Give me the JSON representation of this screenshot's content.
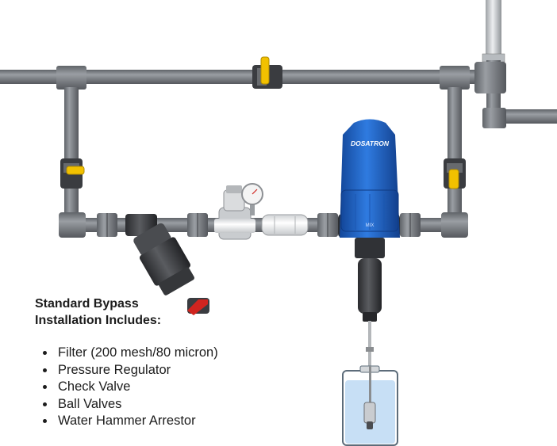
{
  "brand": {
    "logo_text": "DOSATRON",
    "model_text": "MIX",
    "accent_color": "#1f64c8"
  },
  "caption": {
    "heading_line1": "Standard Bypass",
    "heading_line2": "Installation Includes:",
    "items": [
      "Filter (200 mesh/80 micron)",
      "Pressure Regulator",
      "Check Valve",
      "Ball Valves",
      "Water Hammer Arrestor"
    ]
  },
  "colors": {
    "pipe": "#7c8086",
    "pipe_dark": "#4a4d52",
    "valve_handle": "#f2c100",
    "drain_valve": "#d0241f",
    "filter_body": "#5a5d62",
    "regulator": "#c9cccf",
    "check_valve": "#e8e8e8",
    "tank_water": "#c7dff5"
  }
}
